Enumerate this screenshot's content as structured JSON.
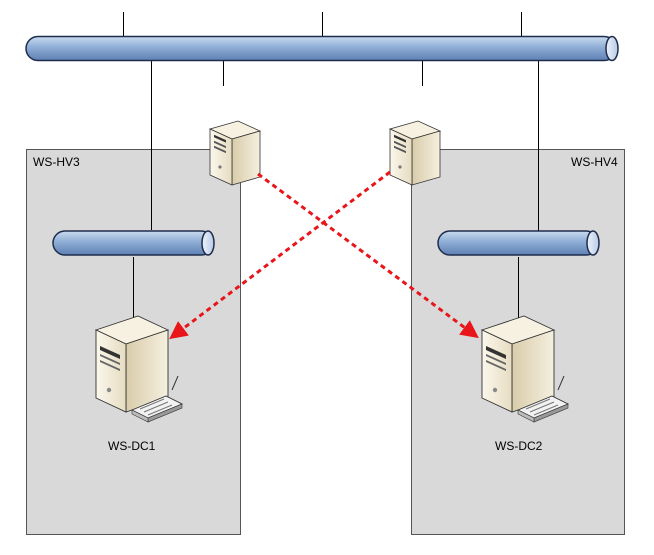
{
  "hosts": [
    {
      "label": "WS-HV3"
    },
    {
      "label": "WS-HV4"
    }
  ],
  "vms": [
    {
      "label": "WS-DC1"
    },
    {
      "label": "WS-DC2"
    }
  ],
  "colors": {
    "pipe_fill": "#8faed6",
    "pipe_stroke": "#1f2d4d",
    "host_fill": "#d9d9d9",
    "host_stroke": "#555555",
    "migration_arrow": "#e8161b",
    "server_body": "#f3ecd9"
  },
  "icons": {
    "backbone": "network-pipe-icon",
    "host_switch": "virtual-switch-icon",
    "small_server": "server-tower-icon",
    "vm_server": "server-with-keyboard-icon"
  }
}
